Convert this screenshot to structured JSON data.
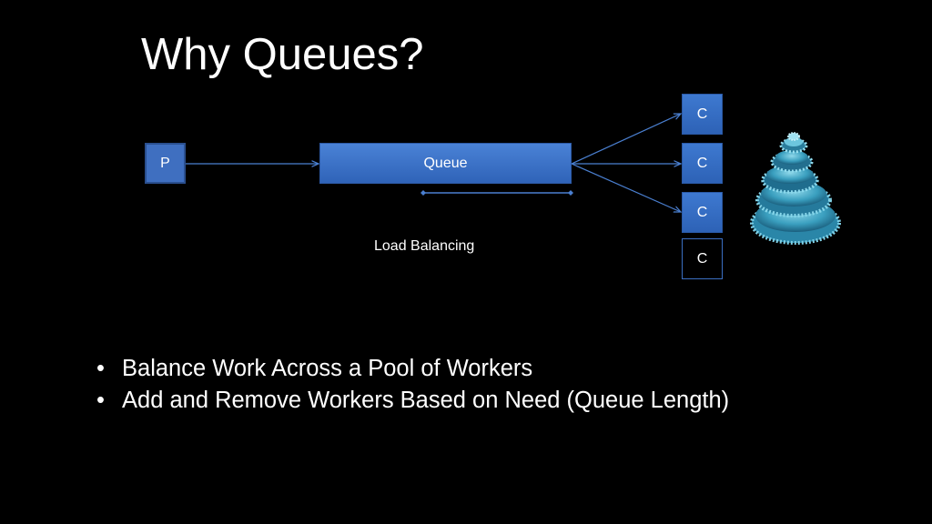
{
  "slide": {
    "title": "Why Queues?",
    "background": "#000000"
  },
  "diagram": {
    "producer_label": "P",
    "queue_label": "Queue",
    "consumers": [
      "C",
      "C",
      "C",
      "C"
    ],
    "caption": "Load Balancing",
    "colors": {
      "box_fill": "#3f6fc0",
      "queue_fill": "#3a72c8",
      "line": "#4a7fd0",
      "empty_border": "#3b6fc2"
    }
  },
  "bullets": [
    "Balance Work Across a Pool of Workers",
    "Add and Remove Workers Based on Need (Queue Length)"
  ]
}
